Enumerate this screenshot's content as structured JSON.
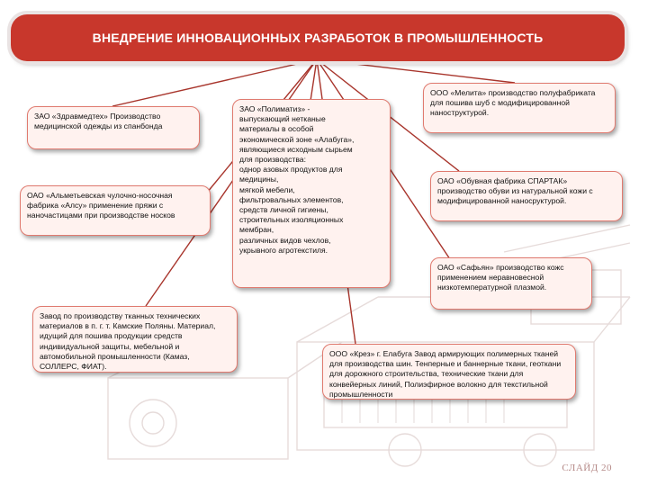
{
  "title": "ВНЕДРЕНИЕ ИННОВАЦИОННЫХ РАЗРАБОТОК В ПРОМЫШЛЕННОСТЬ",
  "nodes": [
    {
      "id": "zdravmedteh",
      "text": "ЗАО «Здравмедтех» Производство медицинской одежды из спанбонда"
    },
    {
      "id": "alsu",
      "text": "ОАО «Альметьевская чулочно-носочная фабрика «Алсу» применение пряжи с наночастицами при производстве носков"
    },
    {
      "id": "kama",
      "text": "Завод по производству тканных технических материалов в п. г. т. Камские Поляны. Материал, идущий для пошива продукции средств индивидуальной защиты, мебельной и автомобильной промышленности (Камаз, СОЛЛЕРС, ФИАТ)."
    },
    {
      "id": "polimatiz",
      "text": "ЗАО «Полиматиз» -\nвыпускающий нетканые\nматериалы в особой\nэкономической зоне «Алабуга»,\nявляющиеся исходным сырьем\nдля производства:\n однор азовых продуктов для\nмедицины,\nмягкой мебели,\nфильтровальных элементов,\nсредств личной гигиены,\nстроительных изоляционных\nмембран,\nразличных видов чехлов,\nукрывного агротекстиля."
    },
    {
      "id": "melita",
      "text": "ООО «Мелита» производство полуфабриката для пошива шуб с модифицированной наноструктурой."
    },
    {
      "id": "spartak",
      "text": "ОАО «Обувная фабрика СПАРТАК» производство обуви из натуральной кожи с модифицированной наносруктурой."
    },
    {
      "id": "safyan",
      "text": "ОАО «Сафьян» производство кожс применением неравновесной низкотемпературной плазмой."
    },
    {
      "id": "kreiz",
      "text": "ООО «Крез» г. Елабуга Завод армирующих полимерных тканей для производства шин. Тенперные и баннерные ткани, геоткани для дорожного строительства, технические ткани для конвейерных линий, Полиэфирное волокно для текстильной промышленности"
    }
  ],
  "slide_number": "СЛАЙД 20",
  "colors": {
    "title_bg": "#c8372c",
    "connector": "#a8352c",
    "node_border": "#e07a6f",
    "node_bg": "#fff2ef"
  }
}
